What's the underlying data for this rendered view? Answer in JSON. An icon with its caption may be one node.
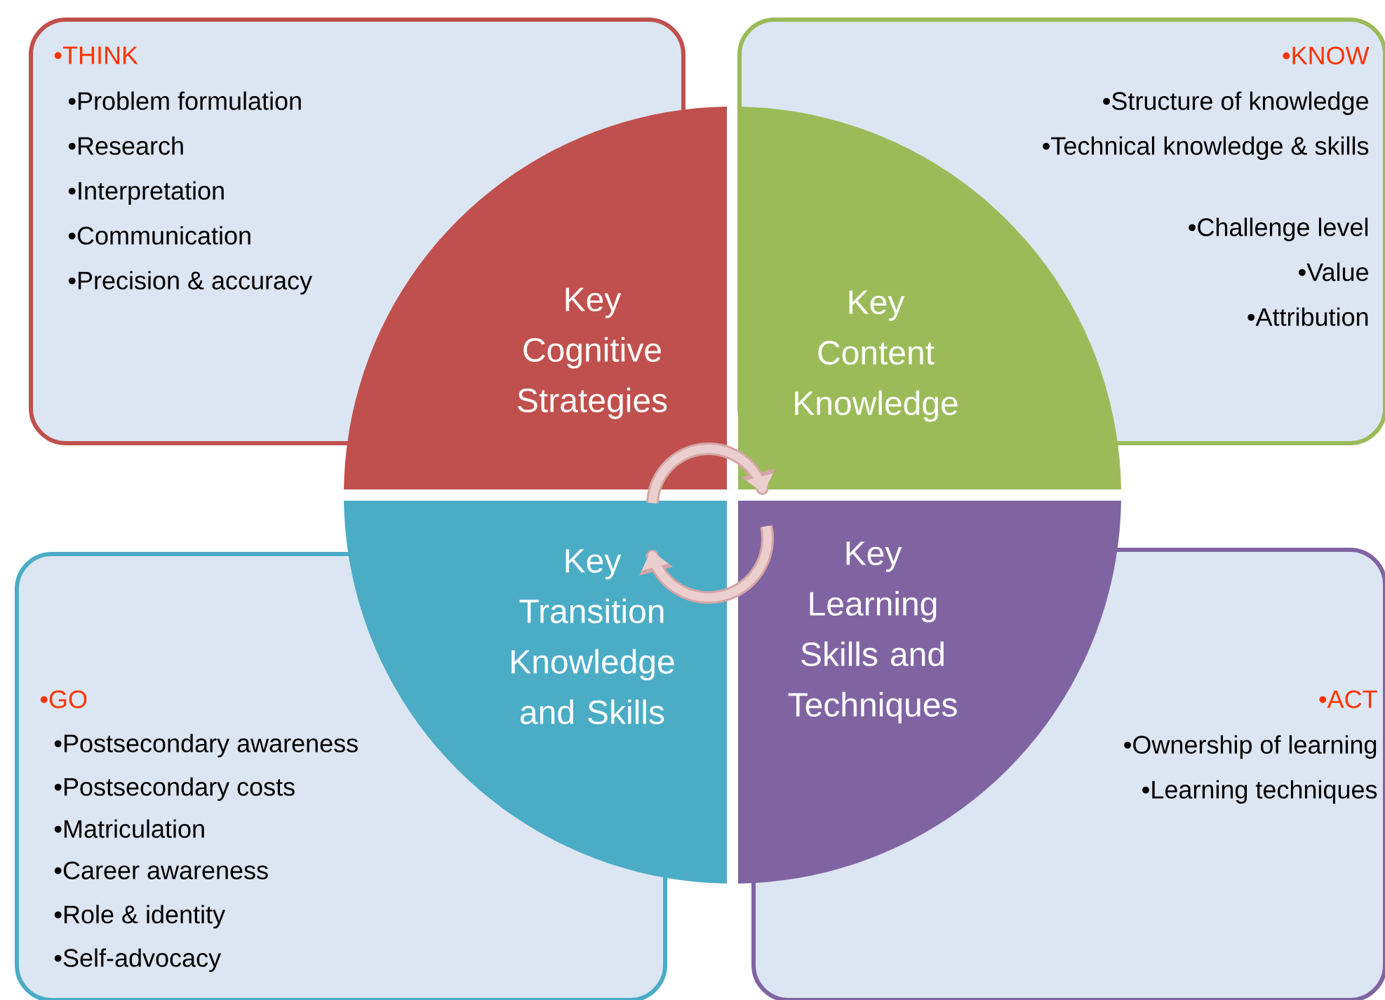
{
  "diagram": {
    "nodes": [
      {
        "text": [
          "•THINK",
          "•Problem formulation",
          "•Research",
          "•Interpretation",
          "•Communication",
          "•Precision & accuracy"
        ]
      },
      {
        "text": [
          "•KNOW",
          "•Structure of knowledge",
          "•Technical knowledge & skills",
          "•Challenge level",
          "•Value",
          "•Attribution"
        ]
      },
      {
        "text": [
          "•GO",
          "•Postsecondary awareness",
          "•Postsecondary costs",
          "•Matriculation",
          "•Career awareness",
          "•Role & identity",
          "•Self-advocacy"
        ]
      },
      {
        "text": [
          "•ACT",
          "•Ownership of learning",
          "•Learning techniques"
        ]
      },
      {
        "text": [
          "Key Cognitive Strategies"
        ]
      },
      {
        "text": [
          "Key Content Knowledge"
        ]
      },
      {
        "text": [
          "Key Transition Knowledge and Skills"
        ]
      },
      {
        "text": [
          "Key Learning Skills and Techniques"
        ]
      }
    ]
  }
}
